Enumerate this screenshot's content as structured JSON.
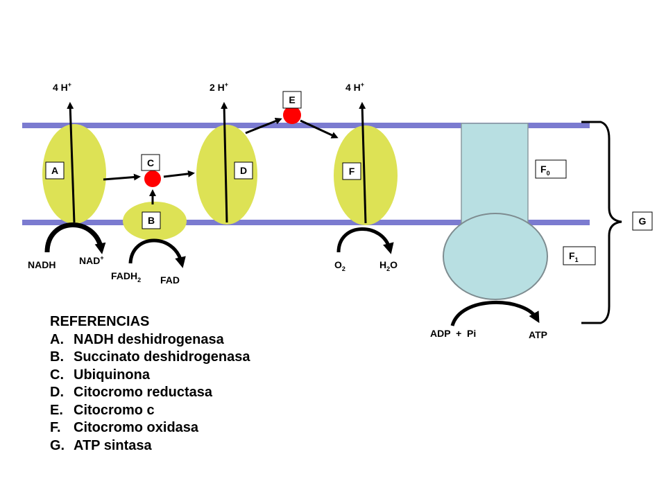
{
  "diagram": {
    "protons": {
      "complex_a": "4 H",
      "complex_d": "2 H",
      "complex_f": "4 H",
      "charge": "+"
    },
    "boxes": {
      "a": "A",
      "b": "B",
      "c": "C",
      "d": "D",
      "e": "E",
      "f": "F",
      "f0_letter": "F",
      "f0_sub": "0",
      "f1_letter": "F",
      "f1_sub": "1",
      "g": "G"
    },
    "substrates": {
      "nadh": "NADH",
      "nad": "NAD",
      "nad_charge": "+",
      "fadh2": "FADH",
      "fadh2_sub": "2",
      "fad": "FAD",
      "o2": "O",
      "o2_sub": "2",
      "h2o_h": "H",
      "h2o_sub": "2",
      "h2o_o": "O",
      "adp": "ADP  +  Pi",
      "atp": "ATP"
    },
    "colors": {
      "membrane": "#7b7bd0",
      "complex": "#dde255",
      "carrier": "#ff0000",
      "atp_synthase": "#b8dfe2"
    }
  },
  "references": {
    "title": "REFERENCIAS",
    "items": [
      {
        "letter": "A.",
        "text": "NADH deshidrogenasa"
      },
      {
        "letter": "B.",
        "text": "Succinato deshidrogenasa"
      },
      {
        "letter": "C.",
        "text": "Ubiquinona"
      },
      {
        "letter": "D.",
        "text": "Citocromo reductasa"
      },
      {
        "letter": "E.",
        "text": "Citocromo c"
      },
      {
        "letter": "F.",
        "text": "Citocromo oxidasa"
      },
      {
        "letter": "G.",
        "text": "ATP sintasa"
      }
    ]
  }
}
